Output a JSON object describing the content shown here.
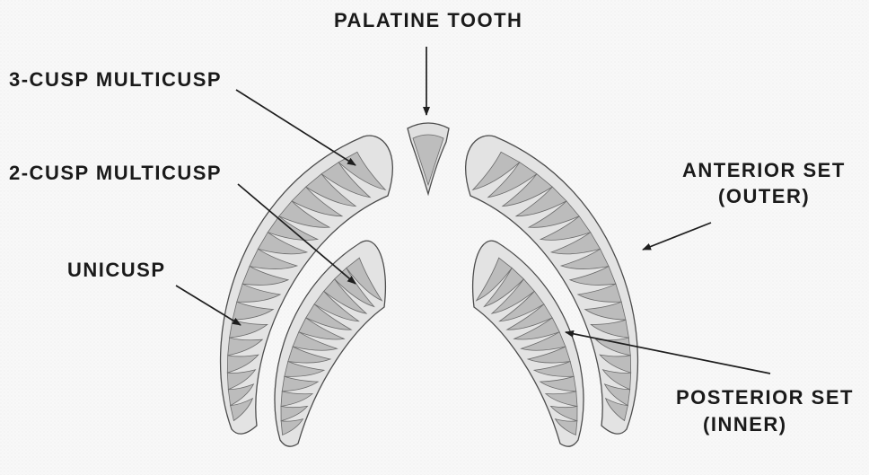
{
  "labels": {
    "palatine_tooth": "PALATINE TOOTH",
    "three_cusp": "3-CUSP MULTICUSP",
    "two_cusp": "2-CUSP MULTICUSP",
    "unicusp": "UNICUSP",
    "anterior_set": "ANTERIOR SET",
    "anterior_set_sub": "(OUTER)",
    "posterior_set": "POSTERIOR SET",
    "posterior_set_sub": "(INNER)"
  },
  "colors": {
    "band": "#e3e3e3",
    "tooth": "#bcbcbc",
    "outline": "#4d4d4d",
    "text": "#1a1a1a"
  }
}
